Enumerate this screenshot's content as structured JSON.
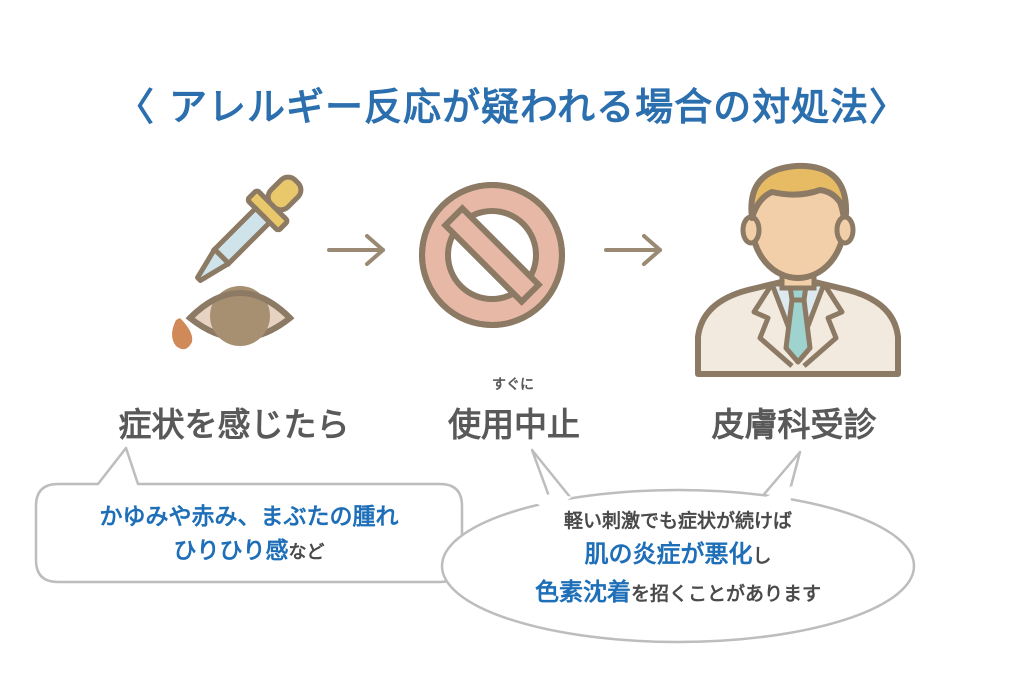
{
  "title": "〈 アレルギー反応が疑われる場合の対処法〉",
  "colors": {
    "title_blue": "#2b6fae",
    "accent_blue": "#1e6fb8",
    "label_gray": "#595959",
    "arrow_brown": "#9a8a74",
    "icon_outline": "#8c7a64",
    "prohibit_fill": "#e7b8a6",
    "bubble_border": "#bdbdbd"
  },
  "steps": [
    {
      "label": "症状を感じたら",
      "icon": "eye-dropper-icon"
    },
    {
      "label": "使用中止",
      "furigana": "すぐに",
      "icon": "prohibition-icon"
    },
    {
      "label": "皮膚科受診",
      "icon": "doctor-icon"
    }
  ],
  "bubble_left": {
    "line1": "かゆみや赤み、まぶたの腫れ",
    "line2_blue": "ひりひり感",
    "line2_rest": "など"
  },
  "bubble_right": {
    "line1": "軽い刺激でも症状が続けば",
    "line2_blue": "肌の炎症が悪化",
    "line2_rest": "し",
    "line3_blue": "色素沈着",
    "line3_rest": "を招くことがあります"
  }
}
